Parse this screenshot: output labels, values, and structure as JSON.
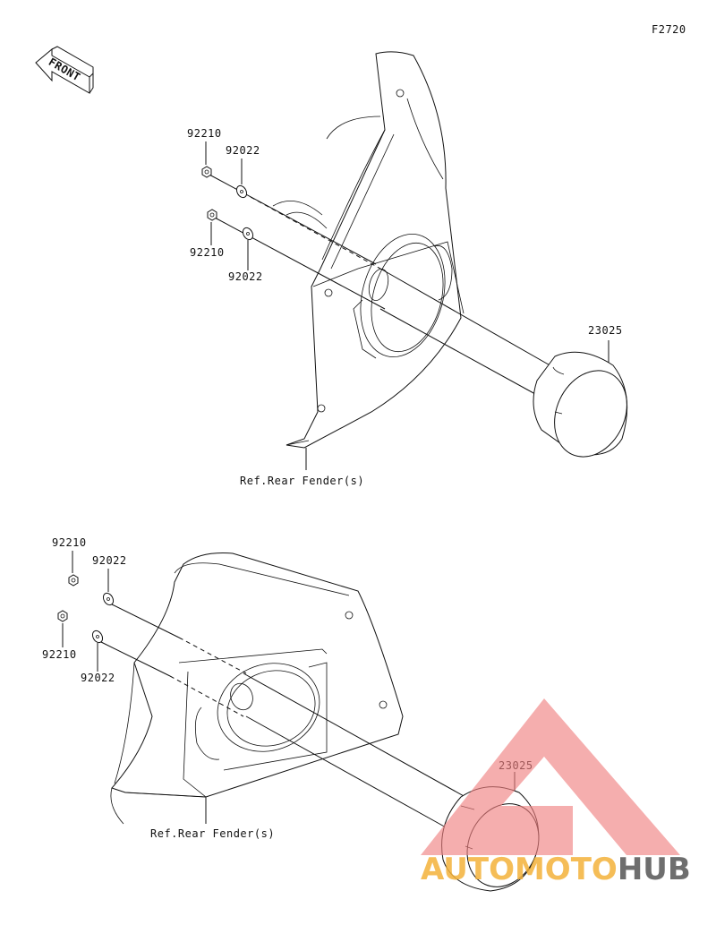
{
  "figure_code": "F2720",
  "front_label": "FRONT",
  "top_assembly": {
    "nut_upper_label": "92210",
    "washer_upper_label": "92022",
    "nut_lower_label": "92210",
    "washer_lower_label": "92022",
    "reflector_label": "23025",
    "ref_label": "Ref.Rear Fender(s)"
  },
  "bottom_assembly": {
    "nut_upper_label": "92210",
    "washer_upper_label": "92022",
    "nut_lower_label": "92210",
    "washer_lower_label": "92022",
    "reflector_label": "23025",
    "ref_label": "Ref.Rear Fender(s)"
  },
  "watermark": {
    "text_part1": "AUTOMOTO",
    "text_part2": "HUB",
    "color_triangle": "#f08080",
    "color_part1": "#f4b23a",
    "color_part2": "#555555"
  }
}
